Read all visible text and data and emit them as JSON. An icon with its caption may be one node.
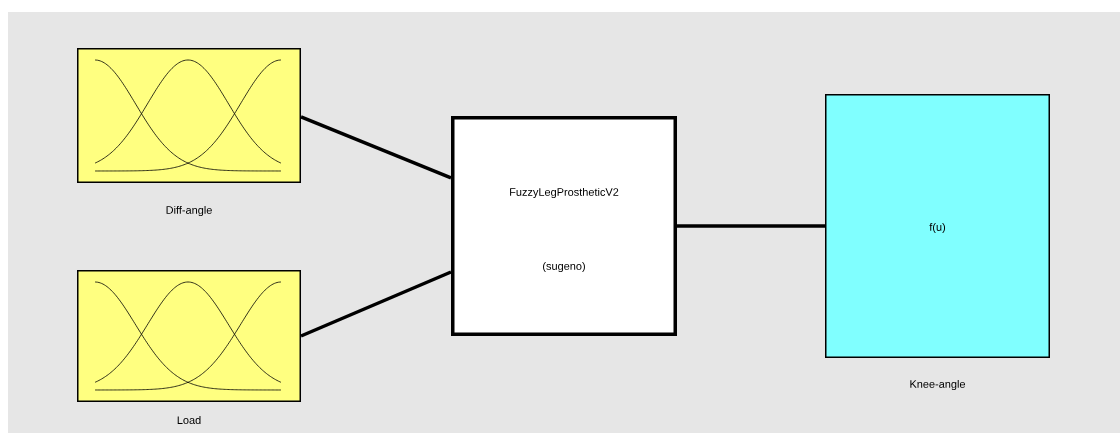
{
  "diagram": {
    "nodes": [
      {
        "text": [
          "Diff-angle"
        ]
      },
      {
        "text": [
          "Load"
        ]
      },
      {
        "text": [
          "FuzzyLegProstheticV2",
          "(sugeno)"
        ]
      },
      {
        "text": [
          "f(u)",
          "Knee-angle"
        ]
      }
    ],
    "edges": [
      {
        "from": 0,
        "to": 2,
        "arrow": "none"
      },
      {
        "from": 1,
        "to": 2,
        "arrow": "none"
      },
      {
        "from": 2,
        "to": 3,
        "arrow": "none"
      }
    ]
  }
}
